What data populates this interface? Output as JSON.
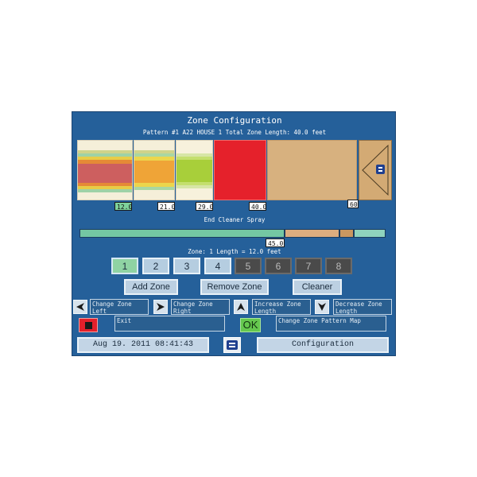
{
  "window": {
    "title": "Zone Configuration",
    "subtitle": "Pattern #1 A22 HOUSE 1  Total Zone Length: 40.0 feet"
  },
  "zones": [
    {
      "marker": "12.0"
    },
    {
      "marker": "21.0"
    },
    {
      "marker": "29.0"
    },
    {
      "marker": "40.0"
    },
    {
      "marker": "60"
    }
  ],
  "end_cleaner": {
    "label": "End Cleaner Spray",
    "marker": "45.0"
  },
  "zone_info": "Zone: 1   Length = 12.0 feet",
  "zone_buttons": [
    "1",
    "2",
    "3",
    "4",
    "5",
    "6",
    "7",
    "8"
  ],
  "actions": {
    "add_zone": "Add Zone",
    "remove_zone": "Remove Zone",
    "cleaner": "Cleaner"
  },
  "hints": {
    "change_left": "Change Zone\nLeft",
    "change_right": "Change Zone\nRight",
    "increase_length": "Increase Zone\nLength",
    "decrease_length": "Decrease Zone\nLength",
    "exit": "Exit",
    "ok_label": "OK",
    "change_pattern_map": "Change Zone Pattern Map"
  },
  "footer": {
    "datetime": "Aug 19. 2011 08:41:43",
    "configuration": "Configuration"
  }
}
